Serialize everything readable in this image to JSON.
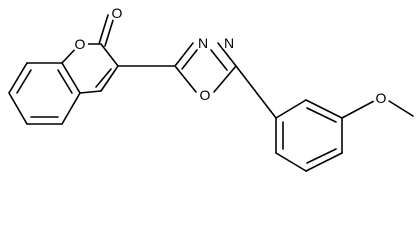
{
  "molecule": {
    "atoms": {
      "carbonyl_oxygen": "O",
      "ring_oxygen": "O",
      "oxadiazole_n1": "N",
      "oxadiazole_n2": "N",
      "oxadiazole_oxygen": "O",
      "methoxy_oxygen": "O"
    }
  }
}
